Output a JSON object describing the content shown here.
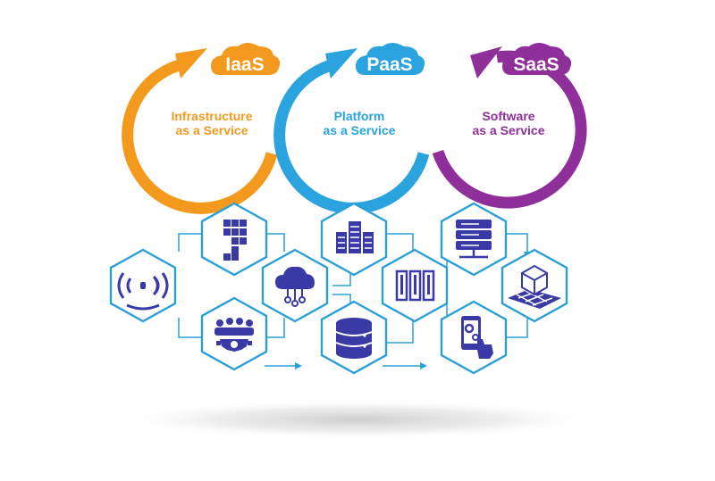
{
  "colors": {
    "iaas": "#f39a1e",
    "paas": "#2aa3df",
    "saas": "#8f2f9a",
    "hex_border": "#2a9fd8",
    "icon": "#3a3aa6"
  },
  "services": [
    {
      "key": "iaas",
      "badge": "IaaS",
      "text": "Infrastructure\nas a Service"
    },
    {
      "key": "paas",
      "badge": "PaaS",
      "text": "Platform\nas a Service"
    },
    {
      "key": "saas",
      "badge": "SaaS",
      "text": "Software\nas a Service"
    }
  ],
  "hex_icons": [
    "wifi-signal-icon",
    "cubes-stack-icon",
    "team-gear-icon",
    "cloud-network-icon",
    "server-rack-icon",
    "database-icon",
    "server-towers-icon",
    "network-server-icon",
    "mobile-settings-icon",
    "isometric-cube-icon"
  ]
}
